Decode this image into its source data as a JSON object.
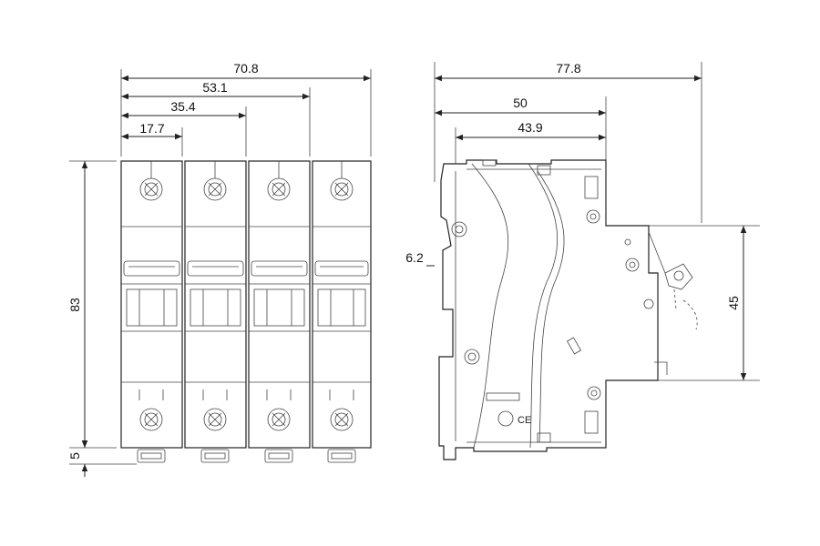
{
  "front_view": {
    "poles": 4,
    "width_dims": [
      "70.8",
      "53.1",
      "35.4",
      "17.7"
    ],
    "height_dim": "83",
    "foot_dim": "5"
  },
  "side_view": {
    "depth_dims": [
      "77.8",
      "50",
      "43.9"
    ],
    "offset_dim": "6.2",
    "din_height_dim": "45"
  }
}
